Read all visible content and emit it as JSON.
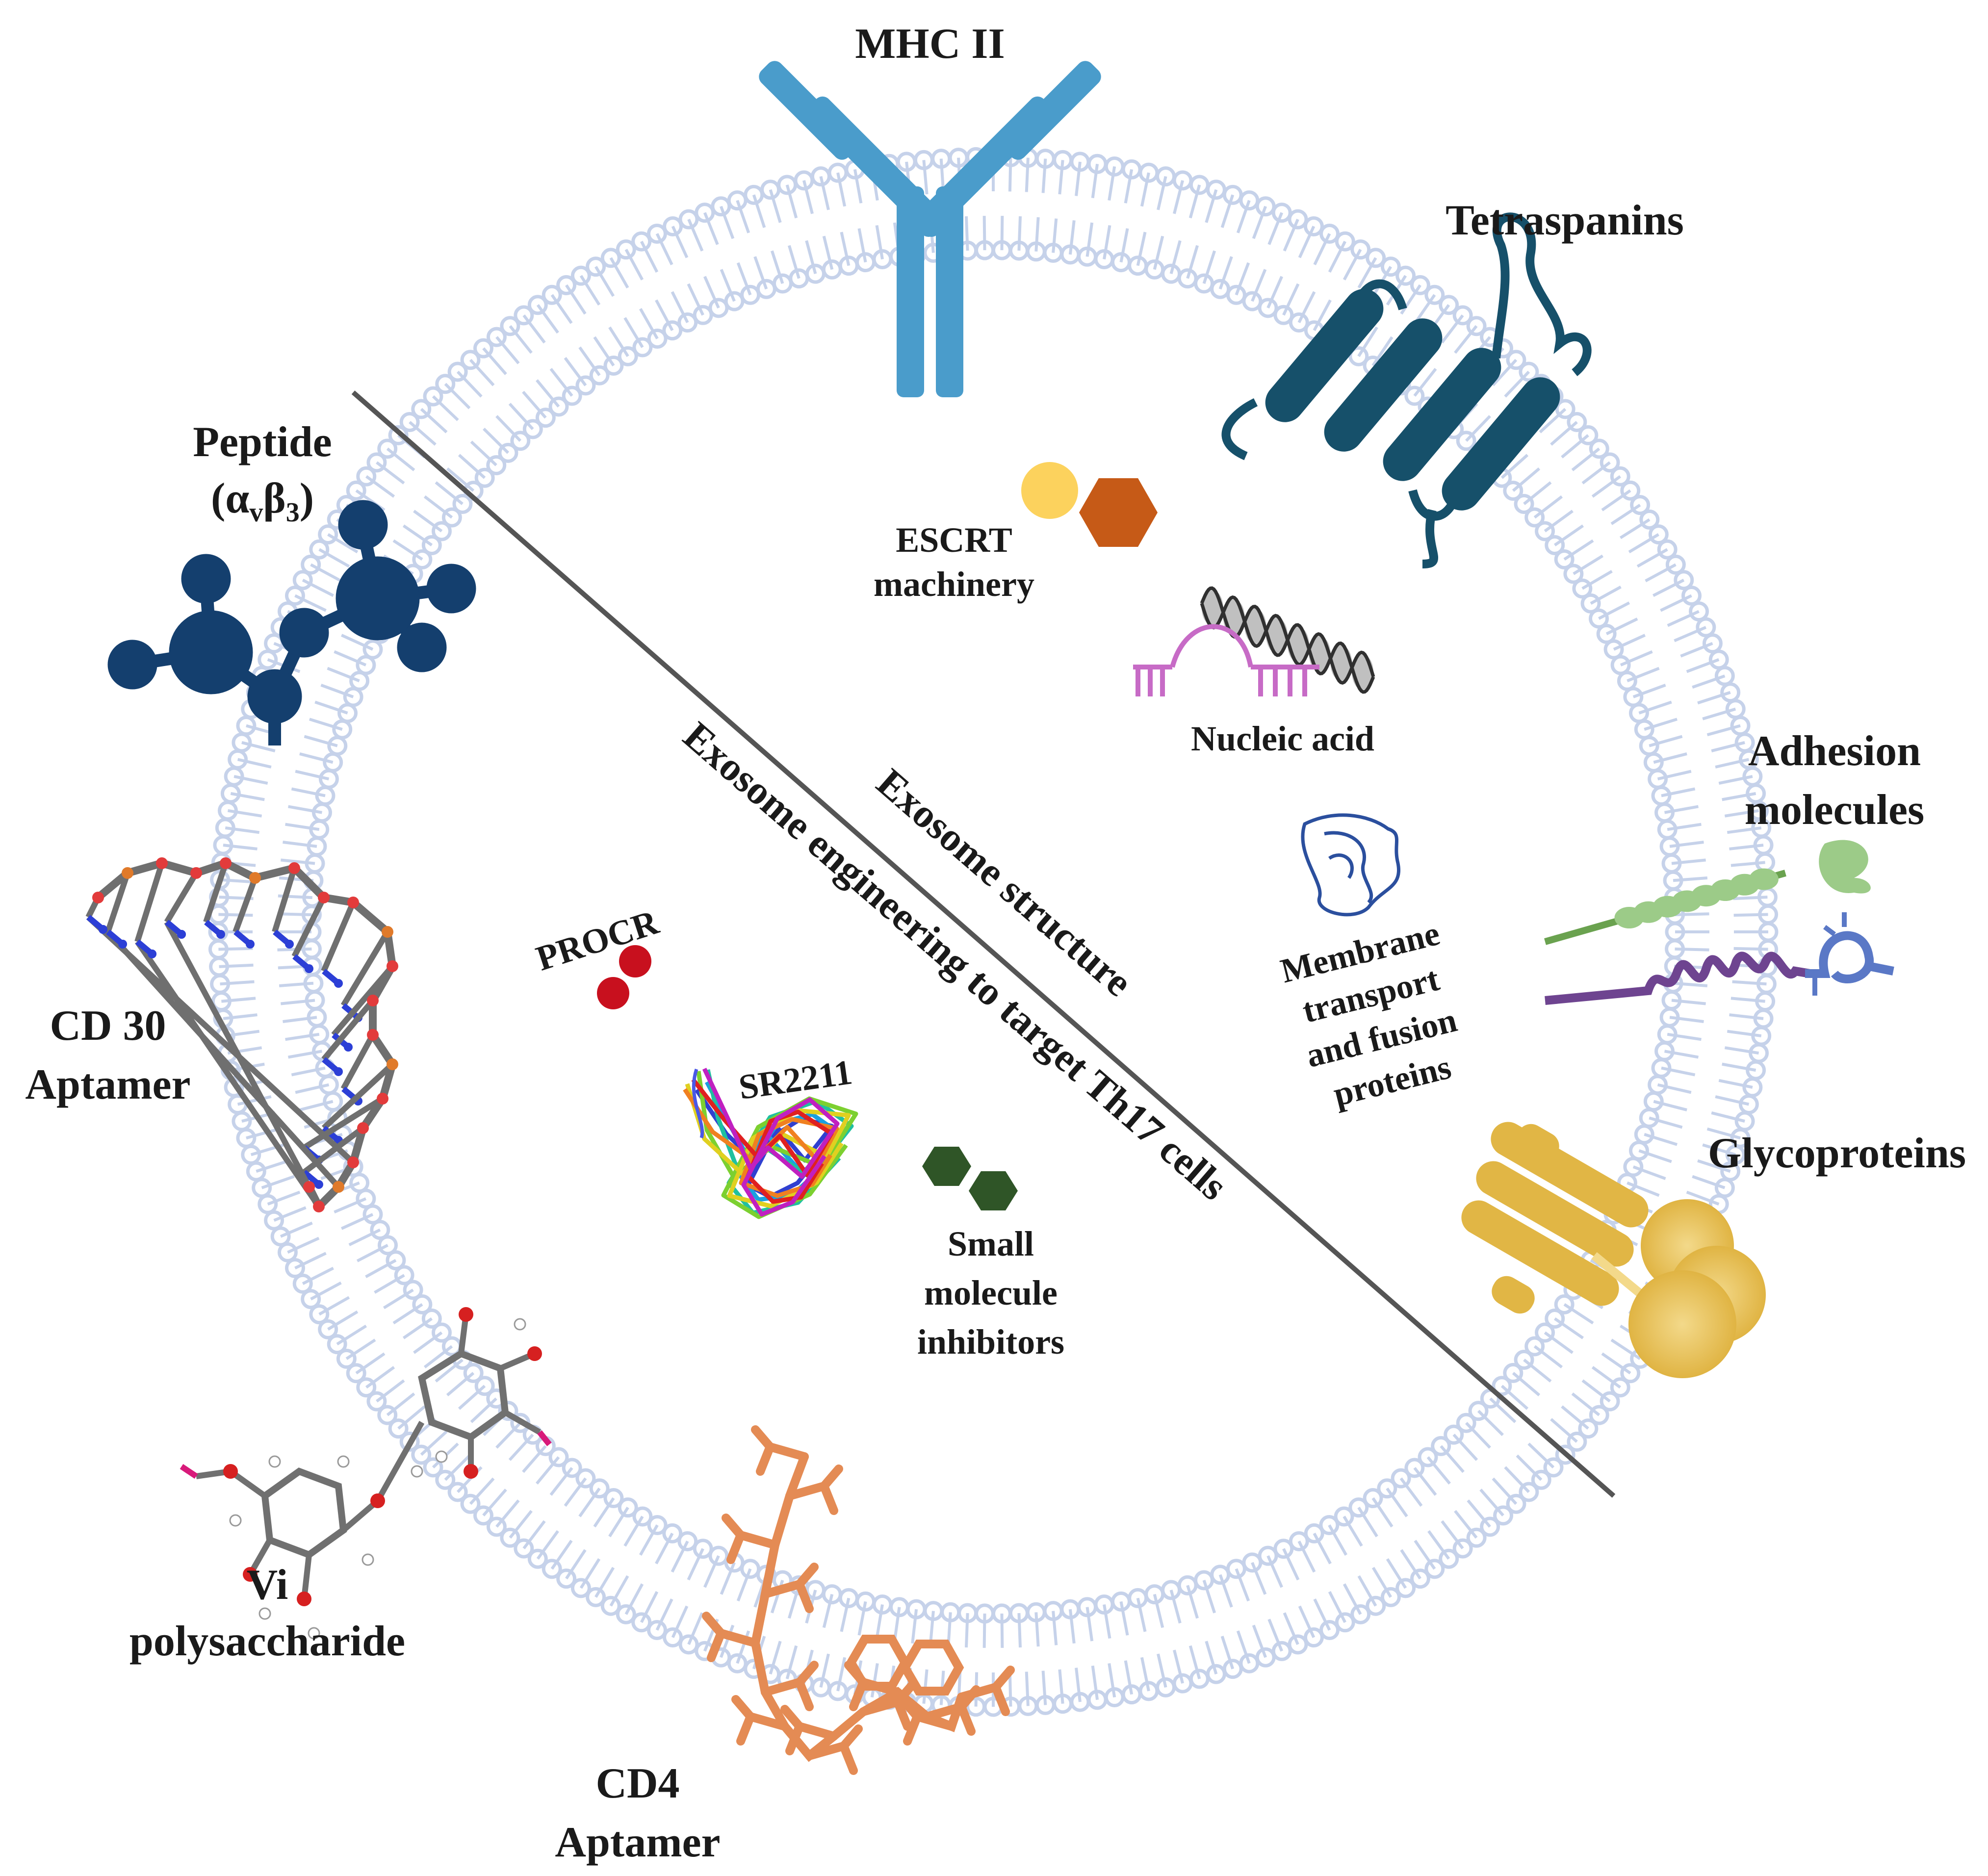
{
  "labels": {
    "mhc": "MHC II",
    "tetraspanins": "Tetraspanins",
    "peptide_line1": "Peptide",
    "peptide_line2": "(α",
    "peptide_sub1": "v",
    "peptide_beta": "β",
    "peptide_sub2": "3",
    "peptide_close": ")",
    "escrt_line1": "ESCRT",
    "escrt_line2": "machinery",
    "nucleic": "Nucleic acid",
    "adhesion_line1": "Adhesion",
    "adhesion_line2": "molecules",
    "membrane_line1": "Membrane",
    "membrane_line2": "transport",
    "membrane_line3": "and fusion",
    "membrane_line4": "proteins",
    "glyco": "Glycoproteins",
    "cd30_line1": "CD 30",
    "cd30_line2": "Aptamer",
    "procr": "PROCR",
    "sr2211": "SR2211",
    "small_line1": "Small",
    "small_line2": "molecule",
    "small_line3": "inhibitors",
    "vi_line1": "Vi",
    "vi_line2": "polysaccharide",
    "cd4_line1": "CD4",
    "cd4_line2": "Aptamer",
    "exosome_structure": "Exosome structure",
    "exosome_engineering": "Exosome engineering to target Th17 cells"
  },
  "colors": {
    "membrane": "#c6d2ea",
    "mhc": "#4a9ccb",
    "tetraspanin": "#16506a",
    "peptide": "#143f6e",
    "escrt_circle": "#fcd25d",
    "escrt_hex": "#c65a17",
    "nucleic_dna": "#8c8c8c",
    "nucleic_rna": "#c76bc6",
    "membrane_protein": "#2b4f9e",
    "adhesion_green": "#7fb46a",
    "adhesion_purple": "#6e4490",
    "adhesion_blue": "#5a78c6",
    "glyco": "#e1b645",
    "procr": "#c8101e",
    "small_molecule": "#2f5527",
    "cd4_aptamer": "#e48b54",
    "divider": "#555555"
  }
}
